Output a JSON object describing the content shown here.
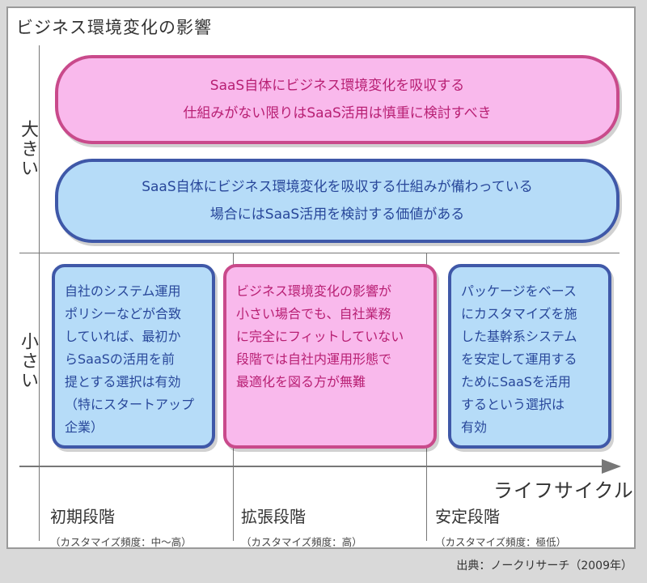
{
  "title": "ビジネス環境変化の影響",
  "y_axis": {
    "high": "大きい",
    "low": "小さい"
  },
  "x_axis": {
    "label": "ライフサイクル"
  },
  "stages": [
    {
      "name": "初期段階",
      "sub": "（カスタマイズ頻度：中〜高）"
    },
    {
      "name": "拡張段階",
      "sub": "（カスタマイズ頻度：高）"
    },
    {
      "name": "安定段階",
      "sub": "（カスタマイズ頻度：極低）"
    }
  ],
  "high_impact": {
    "pink_box": {
      "lines": [
        "SaaS自体にビジネス環境変化を吸収する",
        "仕組みがない限りはSaaS活用は慎重に検討すべき"
      ]
    },
    "blue_box": {
      "lines": [
        "SaaS自体にビジネス環境変化を吸収する仕組みが備わっている",
        "場合にはSaaS活用を検討する価値がある"
      ]
    }
  },
  "low_impact": {
    "initial_box": {
      "lines": [
        "自社のシステム運用",
        "ポリシーなどが合致",
        "していれば、最初か",
        "らSaaSの活用を前",
        "提とする選択は有効",
        "（特にスタートアップ",
        "企業）"
      ]
    },
    "expansion_box": {
      "lines": [
        "ビジネス環境変化の影響が",
        "小さい場合でも、自社業務",
        "に完全にフィットしていない",
        "段階では自社内運用形態で",
        "最適化を図る方が無難"
      ]
    },
    "stable_box": {
      "lines": [
        "パッケージをベース",
        "にカスタマイズを施",
        "した基幹系システム",
        "を安定して運用する",
        "ためにSaaSを活用",
        "するという選択は",
        "有効"
      ]
    }
  },
  "source": "出典：ノークリサーチ（2009年）",
  "colors": {
    "pink_fill": "#f9b9ec",
    "pink_border": "#c94a8b",
    "pink_text": "#b81f73",
    "blue_fill": "#b6dcf8",
    "blue_border": "#3f58a8",
    "blue_text": "#28479a"
  }
}
